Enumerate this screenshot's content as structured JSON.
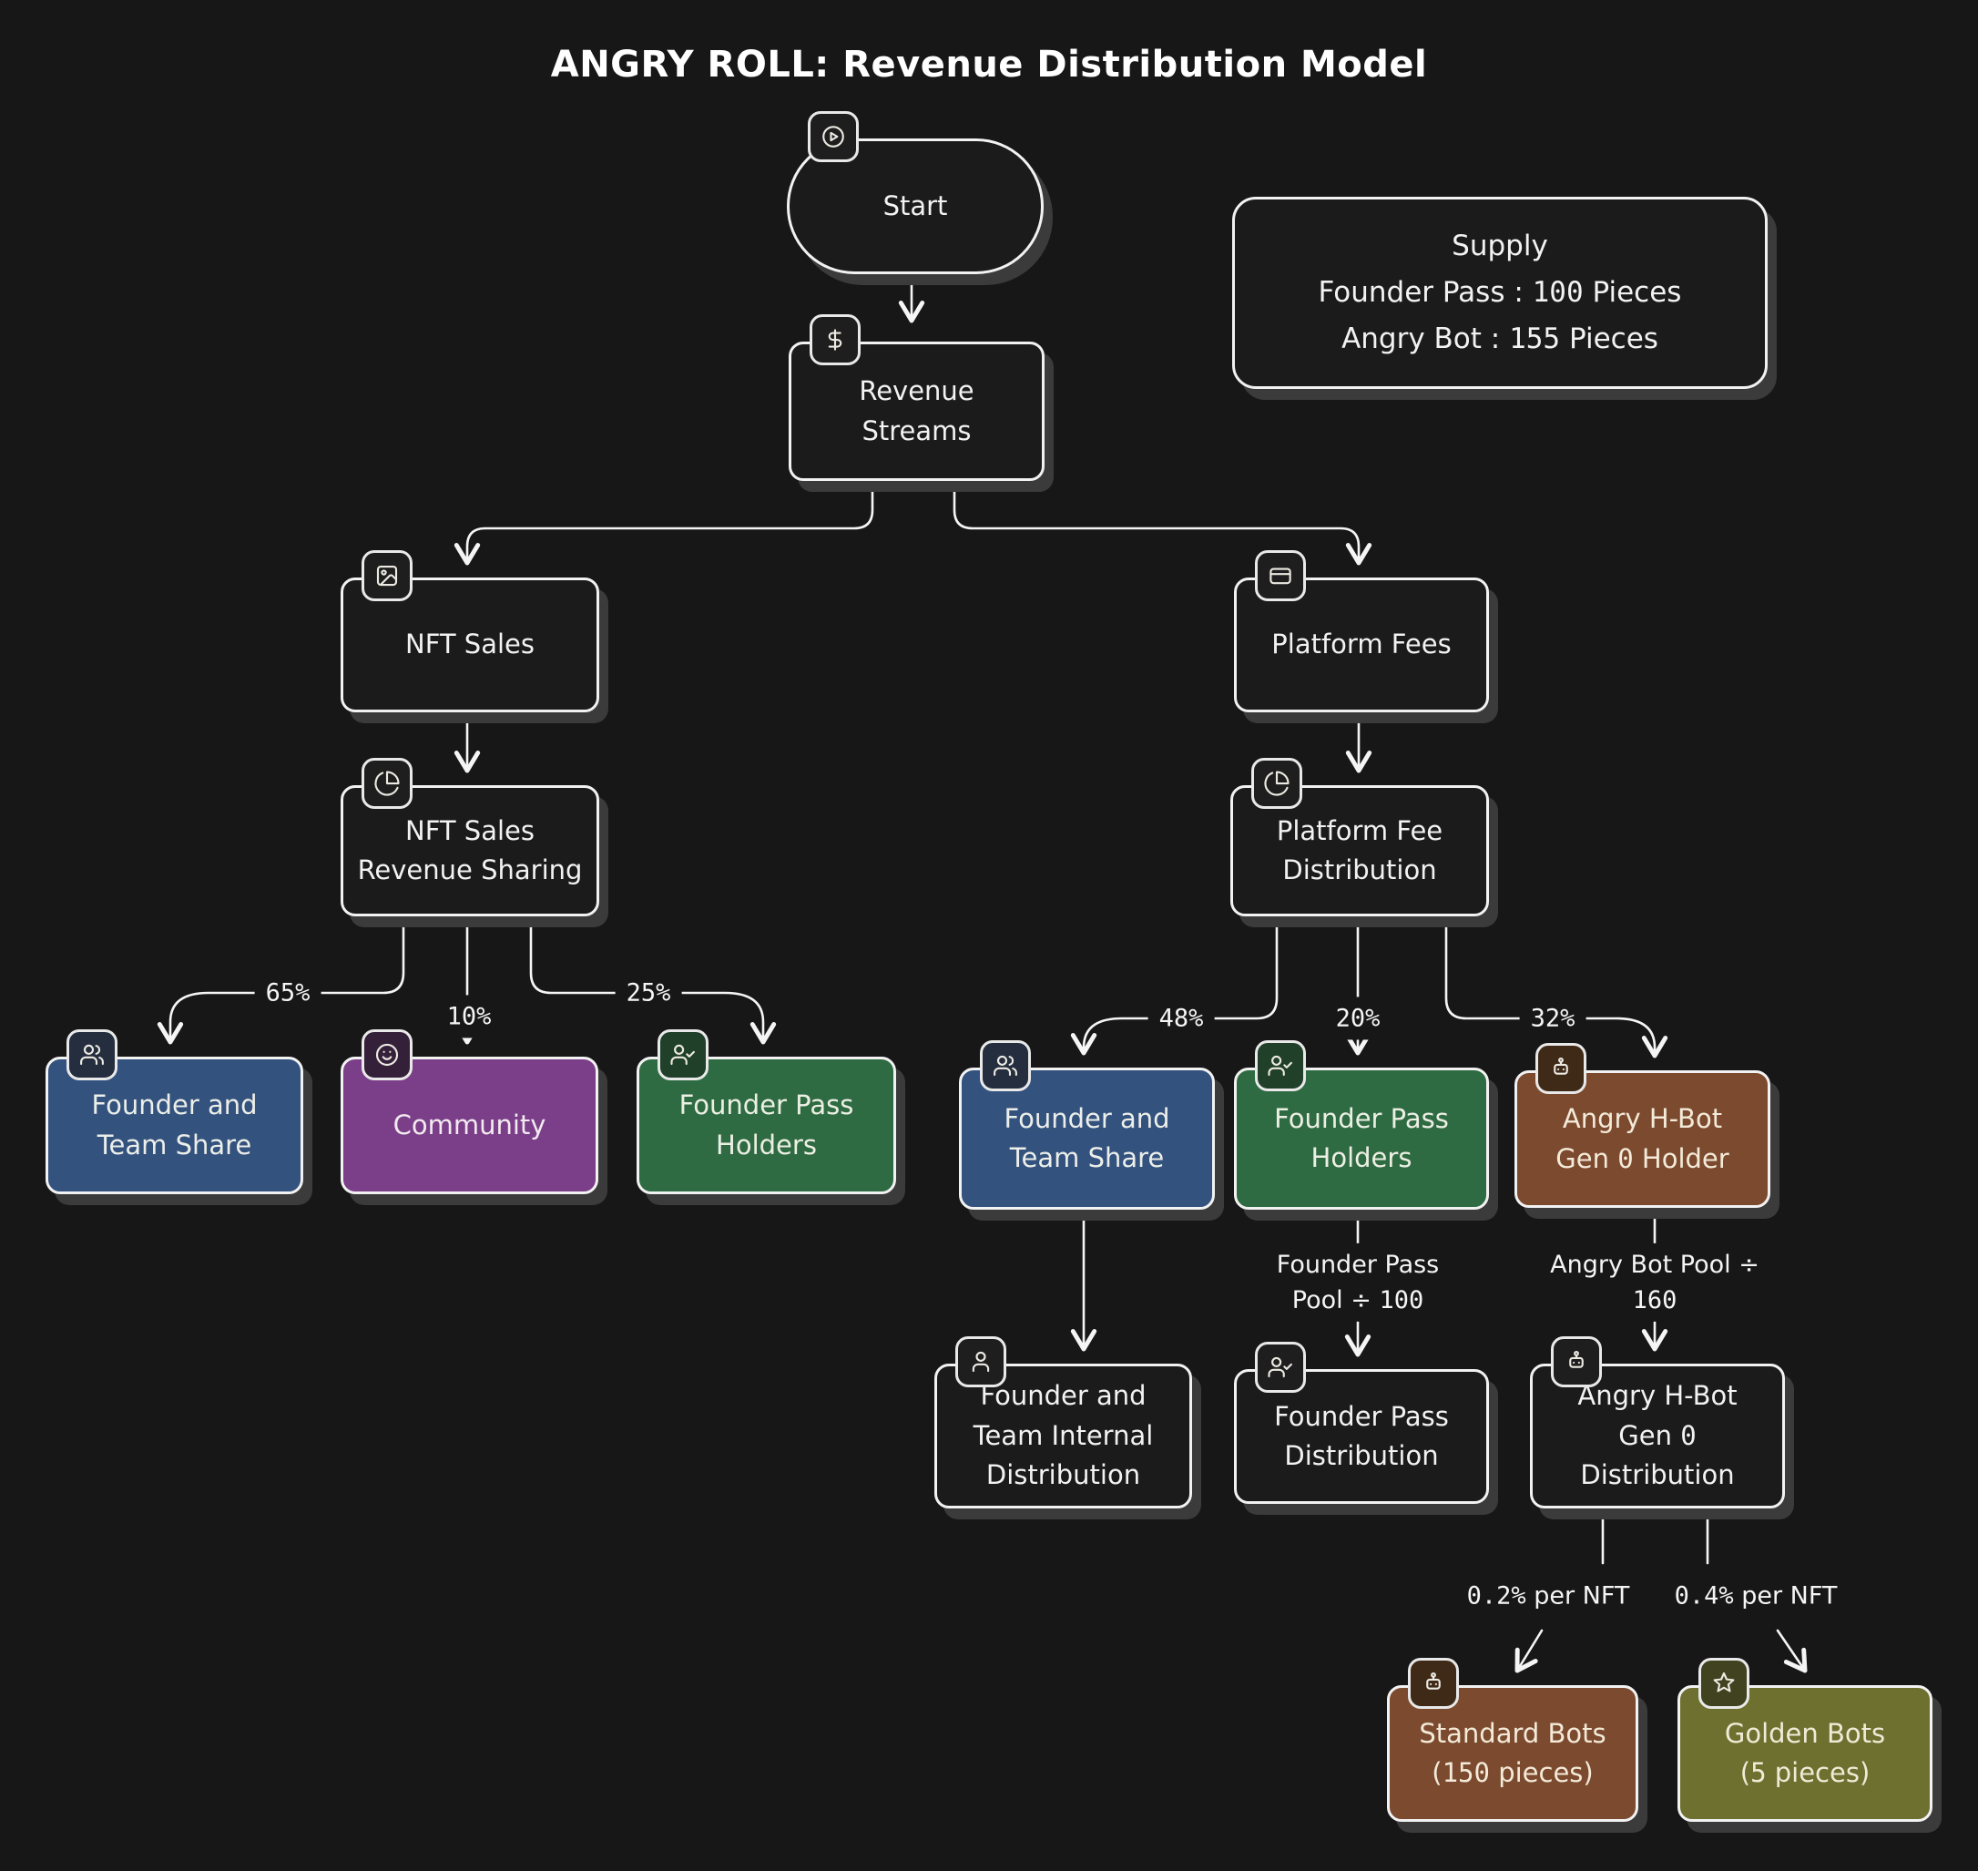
{
  "title": "ANGRY ROLL: Revenue Distribution Model",
  "colors": {
    "background": "#171717",
    "neutral_node_fill": "#1b1b1b",
    "edge_stroke": "#f5f5f5",
    "founder_team_blue": "#33527e",
    "community_purple": "#7b3e88",
    "founder_pass_green": "#2f6b42",
    "angry_bot_brown": "#7c4a2e",
    "golden_olive": "#6e7030",
    "shadow_gray": "#3b3b3b"
  },
  "nodes": {
    "start": {
      "label": "Start",
      "icon": "play-icon"
    },
    "supply": {
      "label": "Supply\nFounder Pass : 100 Pieces\nAngry Bot : 155 Pieces"
    },
    "revenue_streams": {
      "label": "Revenue\nStreams",
      "icon": "dollar-icon"
    },
    "nft_sales": {
      "label": "NFT Sales",
      "icon": "image-icon"
    },
    "platform_fees": {
      "label": "Platform Fees",
      "icon": "credit-card-icon"
    },
    "nft_sales_revenue_sharing": {
      "label": "NFT Sales\nRevenue Sharing",
      "icon": "pie-chart-icon"
    },
    "platform_fee_distribution": {
      "label": "Platform Fee\nDistribution",
      "icon": "pie-chart-icon"
    },
    "founder_team_share_nft": {
      "label": "Founder and\nTeam Share",
      "icon": "users-icon"
    },
    "community": {
      "label": "Community",
      "icon": "smile-icon"
    },
    "founder_pass_holders_nft": {
      "label": "Founder Pass\nHolders",
      "icon": "user-check-icon"
    },
    "founder_team_share_fees": {
      "label": "Founder and\nTeam Share",
      "icon": "users-icon"
    },
    "founder_pass_holders_fees": {
      "label": "Founder Pass\nHolders",
      "icon": "user-check-icon"
    },
    "angry_hbot_gen0_holder": {
      "label": "Angry H-Bot\nGen 0 Holder",
      "icon": "bot-icon"
    },
    "founder_team_internal_distribution": {
      "label": "Founder and\nTeam Internal\nDistribution",
      "icon": "user-icon"
    },
    "founder_pass_distribution": {
      "label": "Founder Pass\nDistribution",
      "icon": "user-check-icon"
    },
    "angry_hbot_gen0_distribution": {
      "label": "Angry H-Bot\nGen 0\nDistribution",
      "icon": "bot-icon"
    },
    "standard_bots": {
      "label": "Standard Bots\n(150 pieces)",
      "icon": "bot-icon"
    },
    "golden_bots": {
      "label": "Golden Bots\n(5 pieces)",
      "icon": "star-icon"
    }
  },
  "edges": [
    {
      "from": "start",
      "to": "revenue_streams",
      "label": ""
    },
    {
      "from": "revenue_streams",
      "to": "nft_sales",
      "label": ""
    },
    {
      "from": "revenue_streams",
      "to": "platform_fees",
      "label": ""
    },
    {
      "from": "nft_sales",
      "to": "nft_sales_revenue_sharing",
      "label": ""
    },
    {
      "from": "platform_fees",
      "to": "platform_fee_distribution",
      "label": ""
    },
    {
      "from": "nft_sales_revenue_sharing",
      "to": "founder_team_share_nft",
      "label": "65%"
    },
    {
      "from": "nft_sales_revenue_sharing",
      "to": "community",
      "label": "10%"
    },
    {
      "from": "nft_sales_revenue_sharing",
      "to": "founder_pass_holders_nft",
      "label": "25%"
    },
    {
      "from": "platform_fee_distribution",
      "to": "founder_team_share_fees",
      "label": "48%"
    },
    {
      "from": "platform_fee_distribution",
      "to": "founder_pass_holders_fees",
      "label": "20%"
    },
    {
      "from": "platform_fee_distribution",
      "to": "angry_hbot_gen0_holder",
      "label": "32%"
    },
    {
      "from": "founder_team_share_fees",
      "to": "founder_team_internal_distribution",
      "label": ""
    },
    {
      "from": "founder_pass_holders_fees",
      "to": "founder_pass_distribution",
      "label": "Founder Pass\nPool ÷ 100"
    },
    {
      "from": "angry_hbot_gen0_holder",
      "to": "angry_hbot_gen0_distribution",
      "label": "Angry Bot Pool ÷\n160"
    },
    {
      "from": "angry_hbot_gen0_distribution",
      "to": "standard_bots",
      "label": "0.2% per NFT"
    },
    {
      "from": "angry_hbot_gen0_distribution",
      "to": "golden_bots",
      "label": "0.4% per NFT"
    }
  ]
}
